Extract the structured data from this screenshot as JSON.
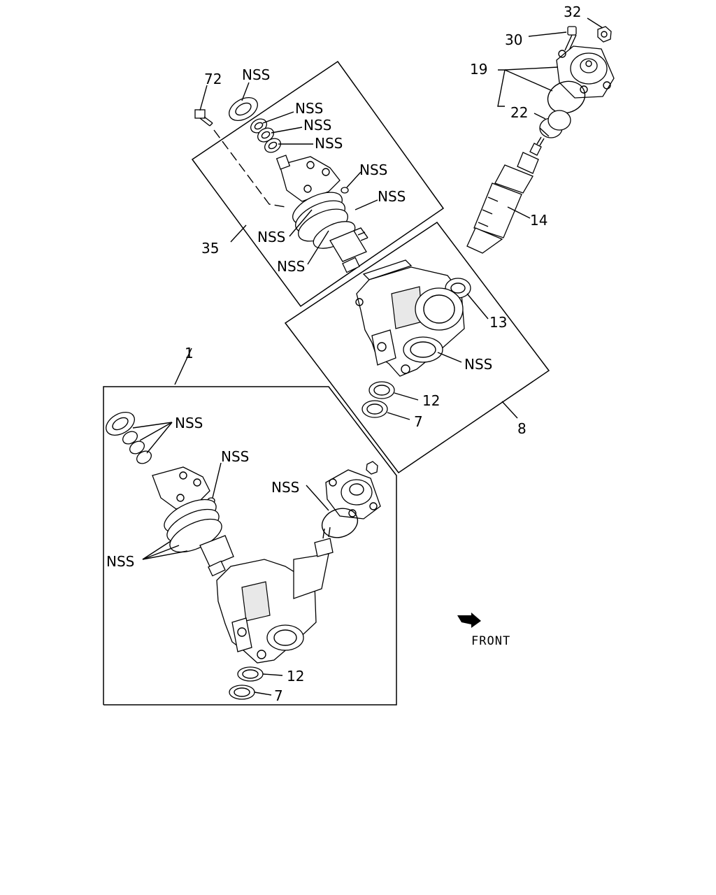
{
  "labels": {
    "l32": "32",
    "l30": "30",
    "l19": "19",
    "l22": "22",
    "l14": "14",
    "l72": "72",
    "l35": "35",
    "l13": "13",
    "l12a": "12",
    "l7a": "7",
    "l8": "8",
    "l1": "1",
    "l12b": "12",
    "l7b": "7",
    "nss": "NSS",
    "front": "FRONT"
  }
}
